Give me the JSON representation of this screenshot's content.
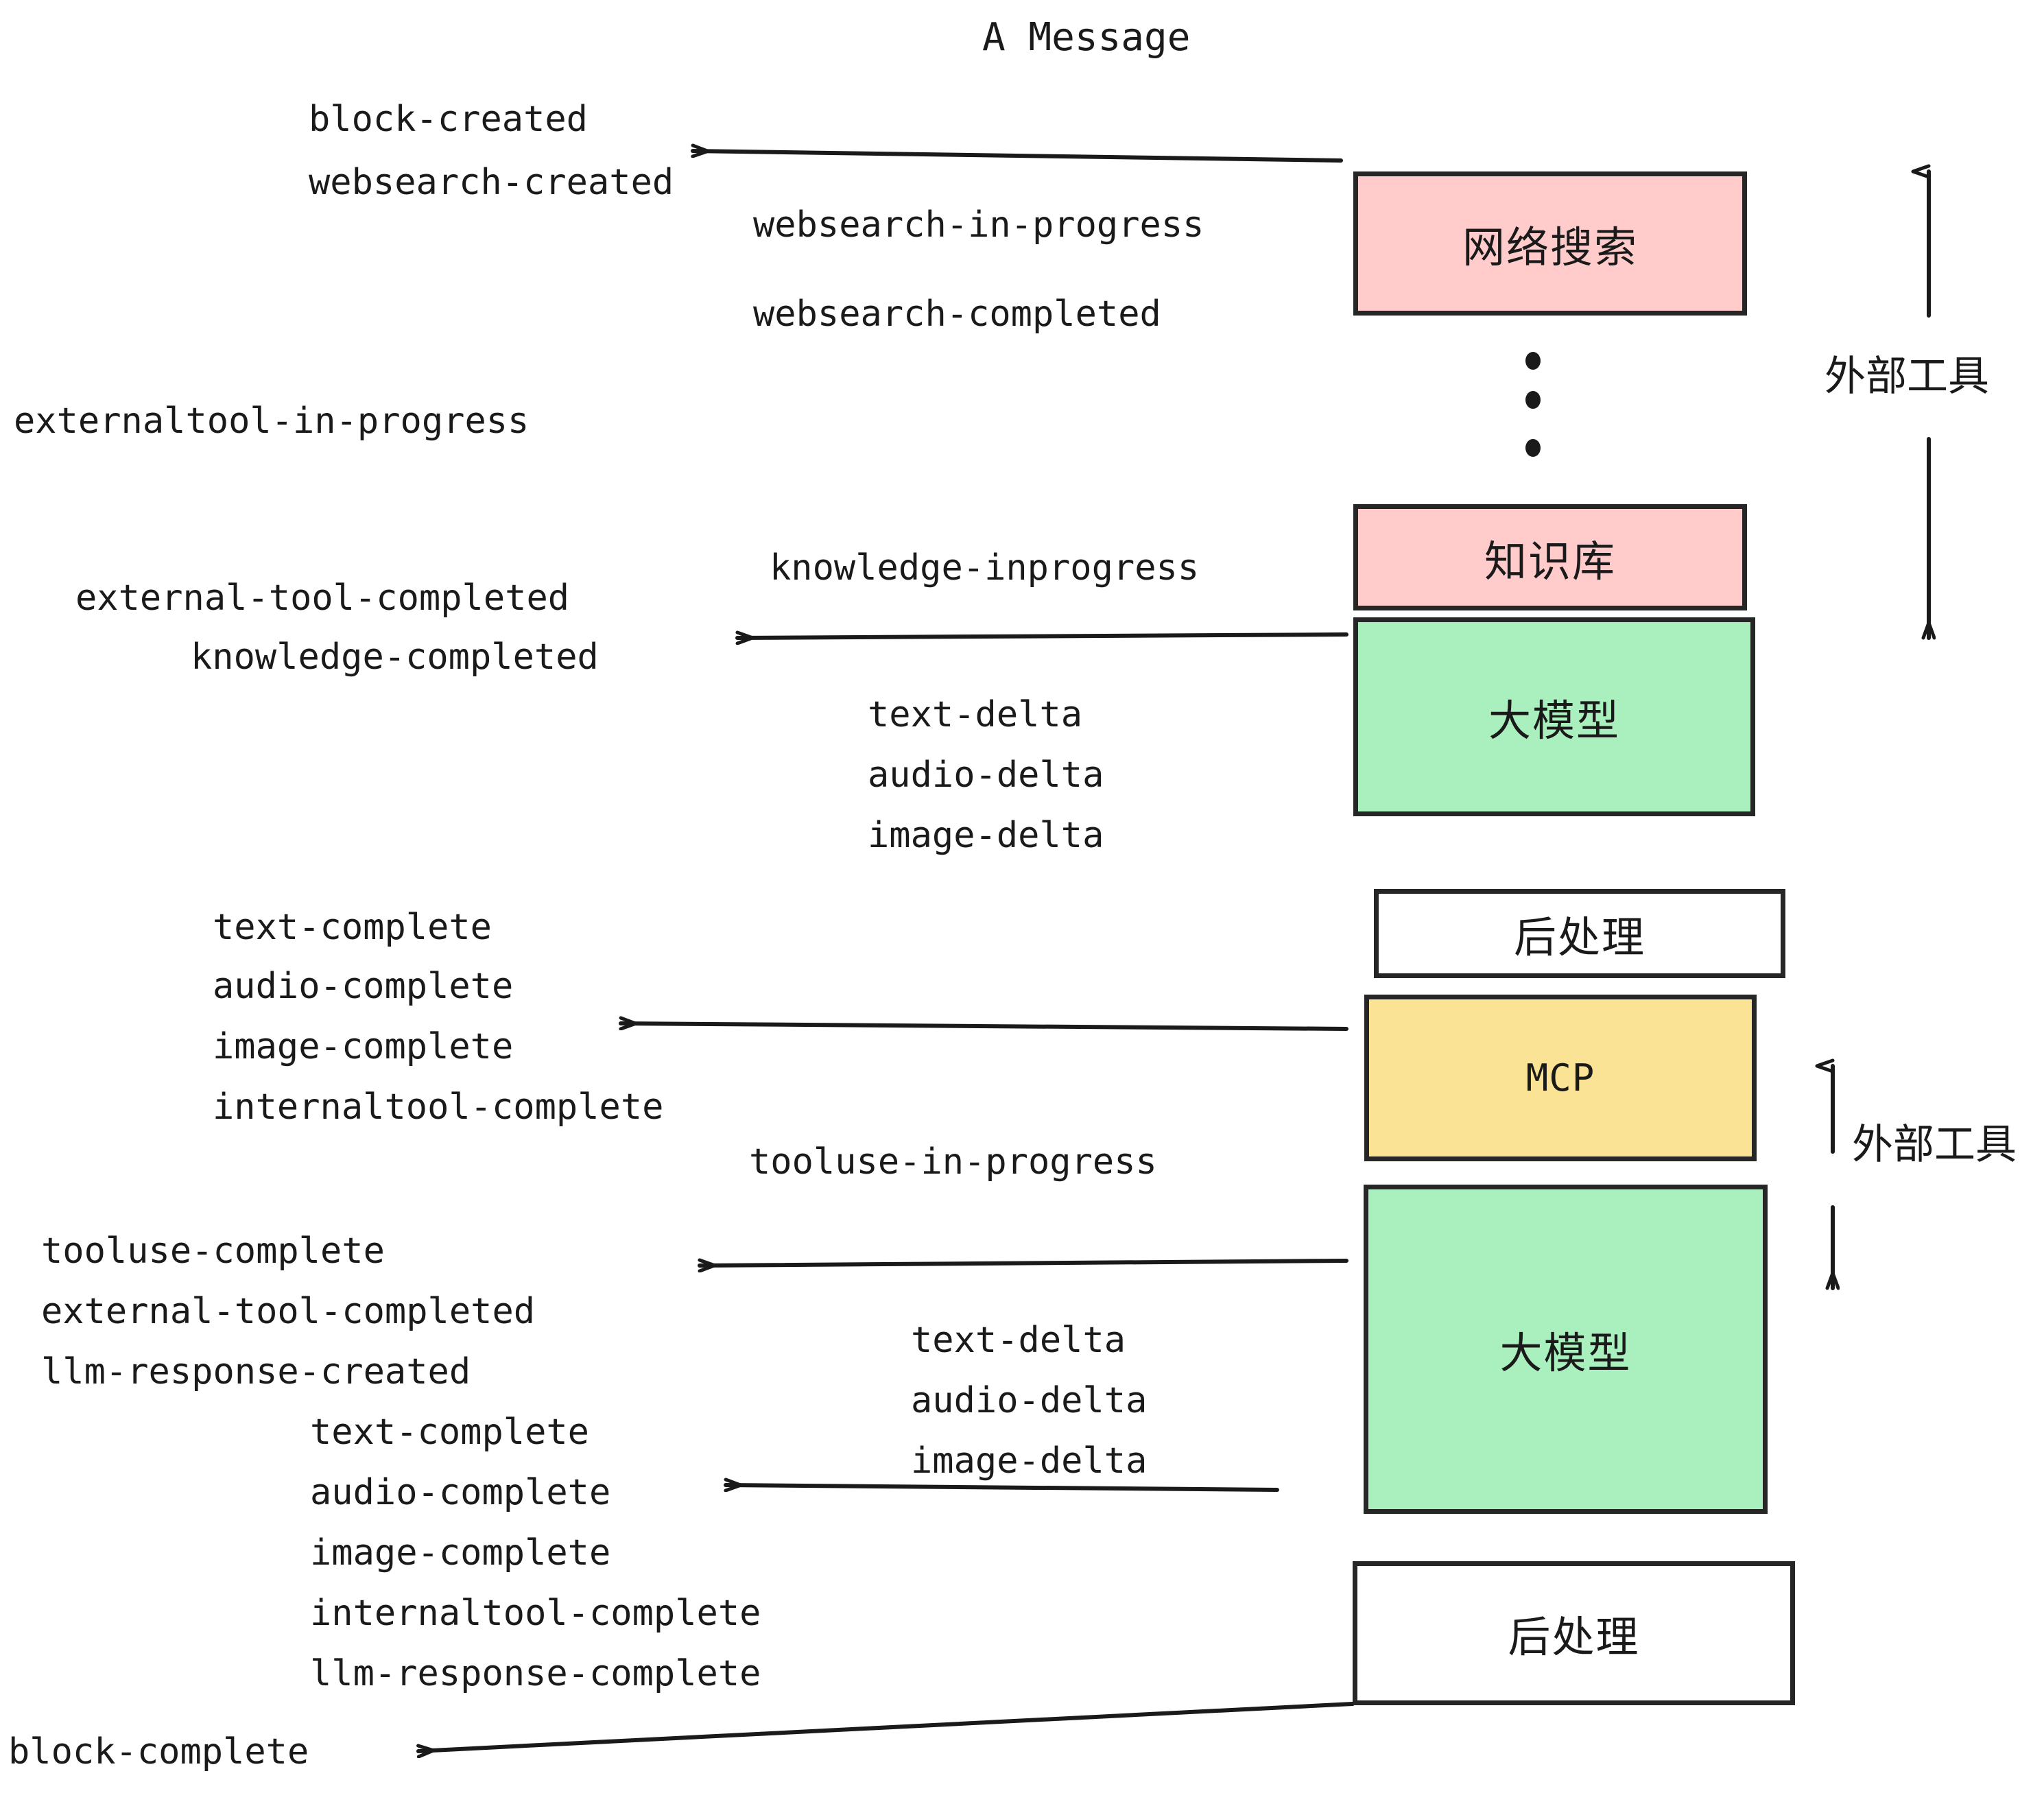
{
  "title": "A Message",
  "colors": {
    "pink": "#FFCCCB",
    "green": "#AAF0BE",
    "yellow": "#FAE394",
    "white": "#FFFFFF",
    "stroke": "#262626",
    "text": "#1A1A1A"
  },
  "boxes": [
    {
      "id": "websearch",
      "label": "网络搜索",
      "fill": "#FFCCCB",
      "latin": false
    },
    {
      "id": "knowledge",
      "label": "知识库",
      "fill": "#FFCCCB",
      "latin": false
    },
    {
      "id": "llm-1",
      "label": "大模型",
      "fill": "#AAF0BE",
      "latin": false
    },
    {
      "id": "postprocess-1",
      "label": "后处理",
      "fill": "#FFFFFF",
      "latin": false
    },
    {
      "id": "mcp",
      "label": "MCP",
      "fill": "#FAE394",
      "latin": true
    },
    {
      "id": "llm-2",
      "label": "大模型",
      "fill": "#AAF0BE",
      "latin": false
    },
    {
      "id": "postprocess-2",
      "label": "后处理",
      "fill": "#FFFFFF",
      "latin": false
    }
  ],
  "side_labels": [
    {
      "id": "external-tools-top",
      "text": "外部工具"
    },
    {
      "id": "external-tools-bottom",
      "text": "外部工具"
    }
  ],
  "events": [
    {
      "id": "block-created",
      "text": "block-created"
    },
    {
      "id": "websearch-created",
      "text": "websearch-created"
    },
    {
      "id": "websearch-in-progress",
      "text": "websearch-in-progress"
    },
    {
      "id": "websearch-completed",
      "text": "websearch-completed"
    },
    {
      "id": "externaltool-in-progress",
      "text": "externaltool-in-progress"
    },
    {
      "id": "knowledge-inprogress",
      "text": "knowledge-inprogress"
    },
    {
      "id": "external-tool-completed-1",
      "text": "external-tool-completed"
    },
    {
      "id": "knowledge-completed",
      "text": "knowledge-completed"
    },
    {
      "id": "text-delta-1",
      "text": "text-delta"
    },
    {
      "id": "audio-delta-1",
      "text": "audio-delta"
    },
    {
      "id": "image-delta-1",
      "text": "image-delta"
    },
    {
      "id": "text-complete-1",
      "text": "text-complete"
    },
    {
      "id": "audio-complete-1",
      "text": "audio-complete"
    },
    {
      "id": "image-complete-1",
      "text": "image-complete"
    },
    {
      "id": "internaltool-complete-1",
      "text": "internaltool-complete"
    },
    {
      "id": "tooluse-in-progress",
      "text": "tooluse-in-progress"
    },
    {
      "id": "tooluse-complete",
      "text": "tooluse-complete"
    },
    {
      "id": "external-tool-completed-2",
      "text": "external-tool-completed"
    },
    {
      "id": "llm-response-created",
      "text": "llm-response-created"
    },
    {
      "id": "text-delta-2",
      "text": "text-delta"
    },
    {
      "id": "audio-delta-2",
      "text": "audio-delta"
    },
    {
      "id": "image-delta-2",
      "text": "image-delta"
    },
    {
      "id": "text-complete-2",
      "text": "text-complete"
    },
    {
      "id": "audio-complete-2",
      "text": "audio-complete"
    },
    {
      "id": "image-complete-2",
      "text": "image-complete"
    },
    {
      "id": "internaltool-complete-2",
      "text": "internaltool-complete"
    },
    {
      "id": "llm-response-complete",
      "text": "llm-response-complete"
    },
    {
      "id": "block-complete",
      "text": "block-complete"
    }
  ],
  "ellipsis": {
    "count": 3
  }
}
